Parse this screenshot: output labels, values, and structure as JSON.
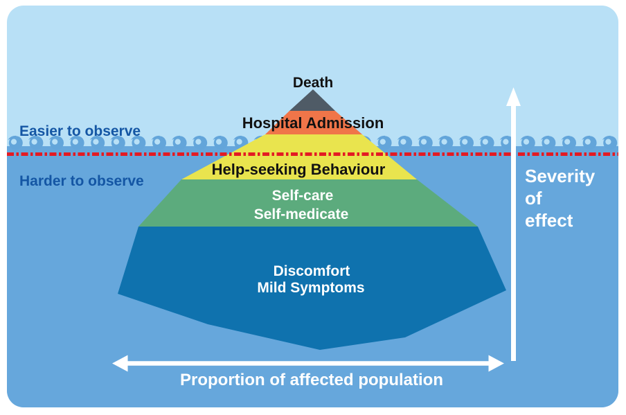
{
  "panel": {
    "sky_color": "#b8e0f6",
    "water_color": "#66a7dc",
    "border_color": "#ffffff"
  },
  "waterline": {
    "easier_label": "Easier to observe",
    "harder_label": "Harder to observe",
    "observe_label_color": "#1456a4",
    "dashed_line_color": "#e31b23",
    "wave_color": "#63a5da"
  },
  "pyramid": {
    "layers": [
      {
        "id": "death",
        "label": "Death",
        "color": "#4f5b66",
        "label_color": "#111111"
      },
      {
        "id": "hospital-admission",
        "label": "Hospital Admission",
        "color": "#f07549",
        "label_color": "#111111"
      },
      {
        "id": "help-seeking-behaviour",
        "label": "Help-seeking Behaviour",
        "color": "#e9e44e",
        "label_color": "#111111"
      },
      {
        "id": "self-care",
        "label_line1": "Self-care",
        "label_line2": "Self-medicate",
        "color": "#5cab7d",
        "label_color": "#ffffff"
      },
      {
        "id": "discomfort",
        "label_line1": "Discomfort",
        "label_line2": "Mild Symptoms",
        "color": "#0f72ae",
        "label_color": "#ffffff"
      }
    ]
  },
  "axes": {
    "severity_line1": "Severity",
    "severity_line2": "of",
    "severity_line3": "effect",
    "proportion_label": "Proportion of affected population",
    "arrow_color": "#ffffff",
    "axis_label_color": "#ffffff"
  }
}
